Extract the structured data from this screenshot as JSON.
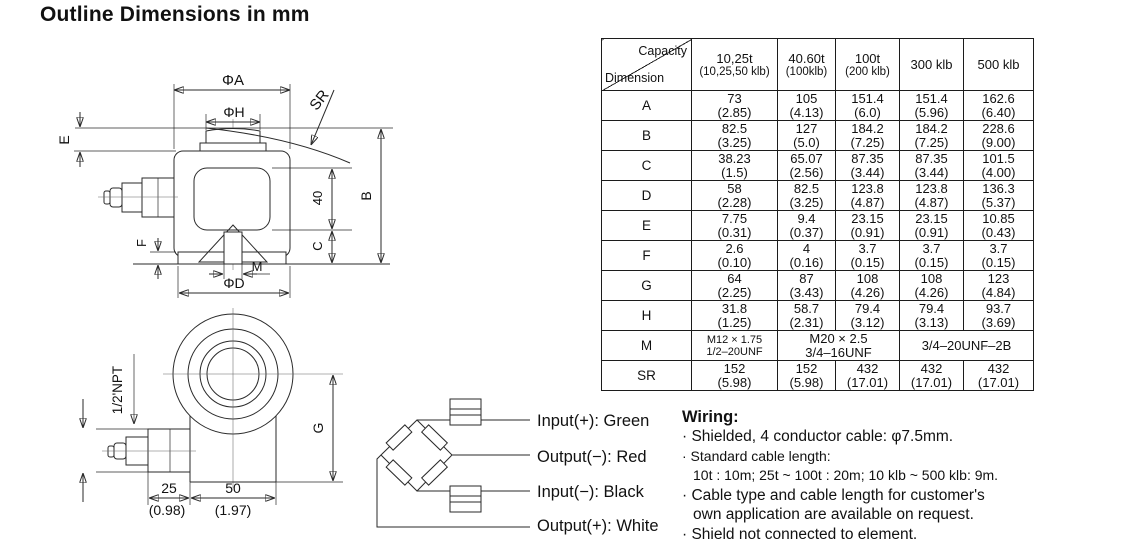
{
  "page_title": "Outline Dimensions in mm",
  "table": {
    "corner": {
      "top": "Capacity",
      "bottom": "Dimension"
    },
    "columns": [
      {
        "top": "10,25t",
        "bottom": "(10,25,50 klb)"
      },
      {
        "top": "40.60t",
        "bottom": "(100klb)"
      },
      {
        "top": "100t",
        "bottom": "(200 klb)"
      },
      {
        "top": "300 klb",
        "bottom": ""
      },
      {
        "top": "500 klb",
        "bottom": ""
      }
    ],
    "rows": [
      {
        "label": "A",
        "cells": [
          {
            "lines": [
              "73",
              "(2.85)"
            ]
          },
          {
            "lines": [
              "105",
              "(4.13)"
            ]
          },
          {
            "lines": [
              "151.4",
              "(6.0)"
            ]
          },
          {
            "lines": [
              "151.4",
              "(5.96)"
            ]
          },
          {
            "lines": [
              "162.6",
              "(6.40)"
            ]
          }
        ]
      },
      {
        "label": "B",
        "cells": [
          {
            "lines": [
              "82.5",
              "(3.25)"
            ]
          },
          {
            "lines": [
              "127",
              "(5.0)"
            ]
          },
          {
            "lines": [
              "184.2",
              "(7.25)"
            ]
          },
          {
            "lines": [
              "184.2",
              "(7.25)"
            ]
          },
          {
            "lines": [
              "228.6",
              "(9.00)"
            ]
          }
        ]
      },
      {
        "label": "C",
        "cells": [
          {
            "lines": [
              "38.23",
              "(1.5)"
            ]
          },
          {
            "lines": [
              "65.07",
              "(2.56)"
            ]
          },
          {
            "lines": [
              "87.35",
              "(3.44)"
            ]
          },
          {
            "lines": [
              "87.35",
              "(3.44)"
            ]
          },
          {
            "lines": [
              "101.5",
              "(4.00)"
            ]
          }
        ]
      },
      {
        "label": "D",
        "cells": [
          {
            "lines": [
              "58",
              "(2.28)"
            ]
          },
          {
            "lines": [
              "82.5",
              "(3.25)"
            ]
          },
          {
            "lines": [
              "123.8",
              "(4.87)"
            ]
          },
          {
            "lines": [
              "123.8",
              "(4.87)"
            ]
          },
          {
            "lines": [
              "136.3",
              "(5.37)"
            ]
          }
        ]
      },
      {
        "label": "E",
        "cells": [
          {
            "lines": [
              "7.75",
              "(0.31)"
            ]
          },
          {
            "lines": [
              "9.4",
              "(0.37)"
            ]
          },
          {
            "lines": [
              "23.15",
              "(0.91)"
            ]
          },
          {
            "lines": [
              "23.15",
              "(0.91)"
            ]
          },
          {
            "lines": [
              "10.85",
              "(0.43)"
            ]
          }
        ]
      },
      {
        "label": "F",
        "cells": [
          {
            "lines": [
              "2.6",
              "(0.10)"
            ]
          },
          {
            "lines": [
              "4",
              "(0.16)"
            ]
          },
          {
            "lines": [
              "3.7",
              "(0.15)"
            ]
          },
          {
            "lines": [
              "3.7",
              "(0.15)"
            ]
          },
          {
            "lines": [
              "3.7",
              "(0.15)"
            ]
          }
        ]
      },
      {
        "label": "G",
        "cells": [
          {
            "lines": [
              "64",
              "(2.25)"
            ]
          },
          {
            "lines": [
              "87",
              "(3.43)"
            ]
          },
          {
            "lines": [
              "108",
              "(4.26)"
            ]
          },
          {
            "lines": [
              "108",
              "(4.26)"
            ]
          },
          {
            "lines": [
              "123",
              "(4.84)"
            ]
          }
        ]
      },
      {
        "label": "H",
        "cells": [
          {
            "lines": [
              "31.8",
              "(1.25)"
            ]
          },
          {
            "lines": [
              "58.7",
              "(2.31)"
            ]
          },
          {
            "lines": [
              "79.4",
              "(3.12)"
            ]
          },
          {
            "lines": [
              "79.4",
              "(3.13)"
            ]
          },
          {
            "lines": [
              "93.7",
              "(3.69)"
            ]
          }
        ]
      },
      {
        "label": "M",
        "cells": [
          {
            "lines": [
              "M12 × 1.75",
              "1/2–20UNF"
            ]
          },
          {
            "lines": [
              "M20 × 2.5",
              "3/4–16UNF"
            ],
            "span": 2
          },
          {
            "lines": [
              "3/4–20UNF–2B"
            ],
            "span": 2
          }
        ]
      },
      {
        "label": "SR",
        "cells": [
          {
            "lines": [
              "152",
              "(5.98)"
            ]
          },
          {
            "lines": [
              "152",
              "(5.98)"
            ]
          },
          {
            "lines": [
              "432",
              "(17.01)"
            ]
          },
          {
            "lines": [
              "432",
              "(17.01)"
            ]
          },
          {
            "lines": [
              "432",
              "(17.01)"
            ]
          }
        ]
      }
    ]
  },
  "drawing": {
    "front": {
      "phi_a": "ΦA",
      "phi_h": "ΦH",
      "e": "E",
      "f": "F",
      "sr": "SR",
      "forty": "40",
      "b": "B",
      "c": "C",
      "m": "M",
      "phi_d": "ΦD"
    },
    "bottom": {
      "npt": "1/2'NPT",
      "g": "G",
      "d25": "25",
      "d25_in": "(0.98)",
      "d50": "50",
      "d50_in": "(1.97)"
    }
  },
  "wiring_labels": [
    "Input(+): Green",
    "Output(−): Red",
    "Input(−): Black",
    "Output(+): White"
  ],
  "wiring_notes": {
    "title": "Wiring:",
    "lines": [
      {
        "bullet": true,
        "text": "Shielded, 4 conductor cable: φ7.5mm."
      },
      {
        "bullet": true,
        "text": "Standard cable length:"
      },
      {
        "bullet": false,
        "text": "10t : 10m; 25t ~ 100t : 20m; 10 klb ~ 500 klb: 9m."
      },
      {
        "bullet": true,
        "text": "Cable type and cable length for customer's"
      },
      {
        "bullet": false,
        "text": "own application are available on request."
      },
      {
        "bullet": true,
        "text": "Shield not connected to element."
      }
    ]
  }
}
